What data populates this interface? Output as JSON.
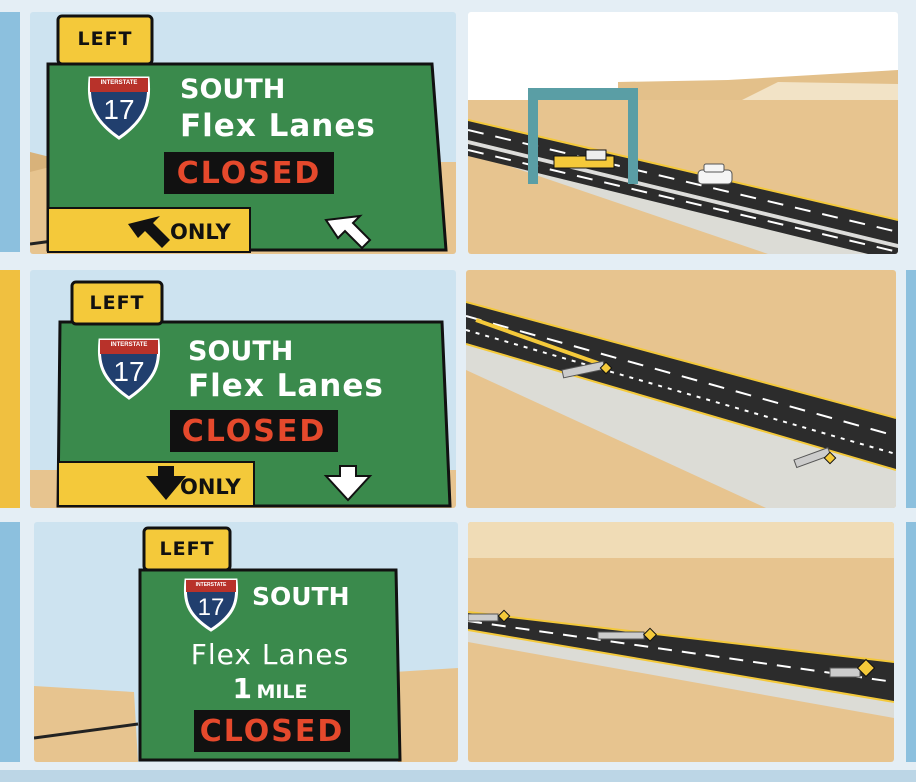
{
  "panels": [
    {
      "tab": "LEFT",
      "shield_label": "INTERSTATE",
      "route": "17",
      "direction": "SOUTH",
      "line": "Flex Lanes",
      "status": "CLOSED",
      "only": "ONLY",
      "arrow": "diagonal-up-left"
    },
    {
      "tab": "LEFT",
      "shield_label": "INTERSTATE",
      "route": "17",
      "direction": "SOUTH",
      "line": "Flex Lanes",
      "status": "CLOSED",
      "only": "ONLY",
      "arrow": "down"
    },
    {
      "tab": "LEFT",
      "shield_label": "INTERSTATE",
      "route": "17",
      "direction": "SOUTH",
      "line": "Flex Lanes",
      "distance_num": "1",
      "distance_unit": "MILE",
      "status": "CLOSED"
    }
  ],
  "colors": {
    "sign_green": "#3a8a4c",
    "sign_yellow": "#f4c93a",
    "closed_red": "#e5492c",
    "sand": "#e7c48f",
    "sky": "#cde3f0",
    "road": "#2c2c2c",
    "gantry": "#5a9ea5"
  }
}
